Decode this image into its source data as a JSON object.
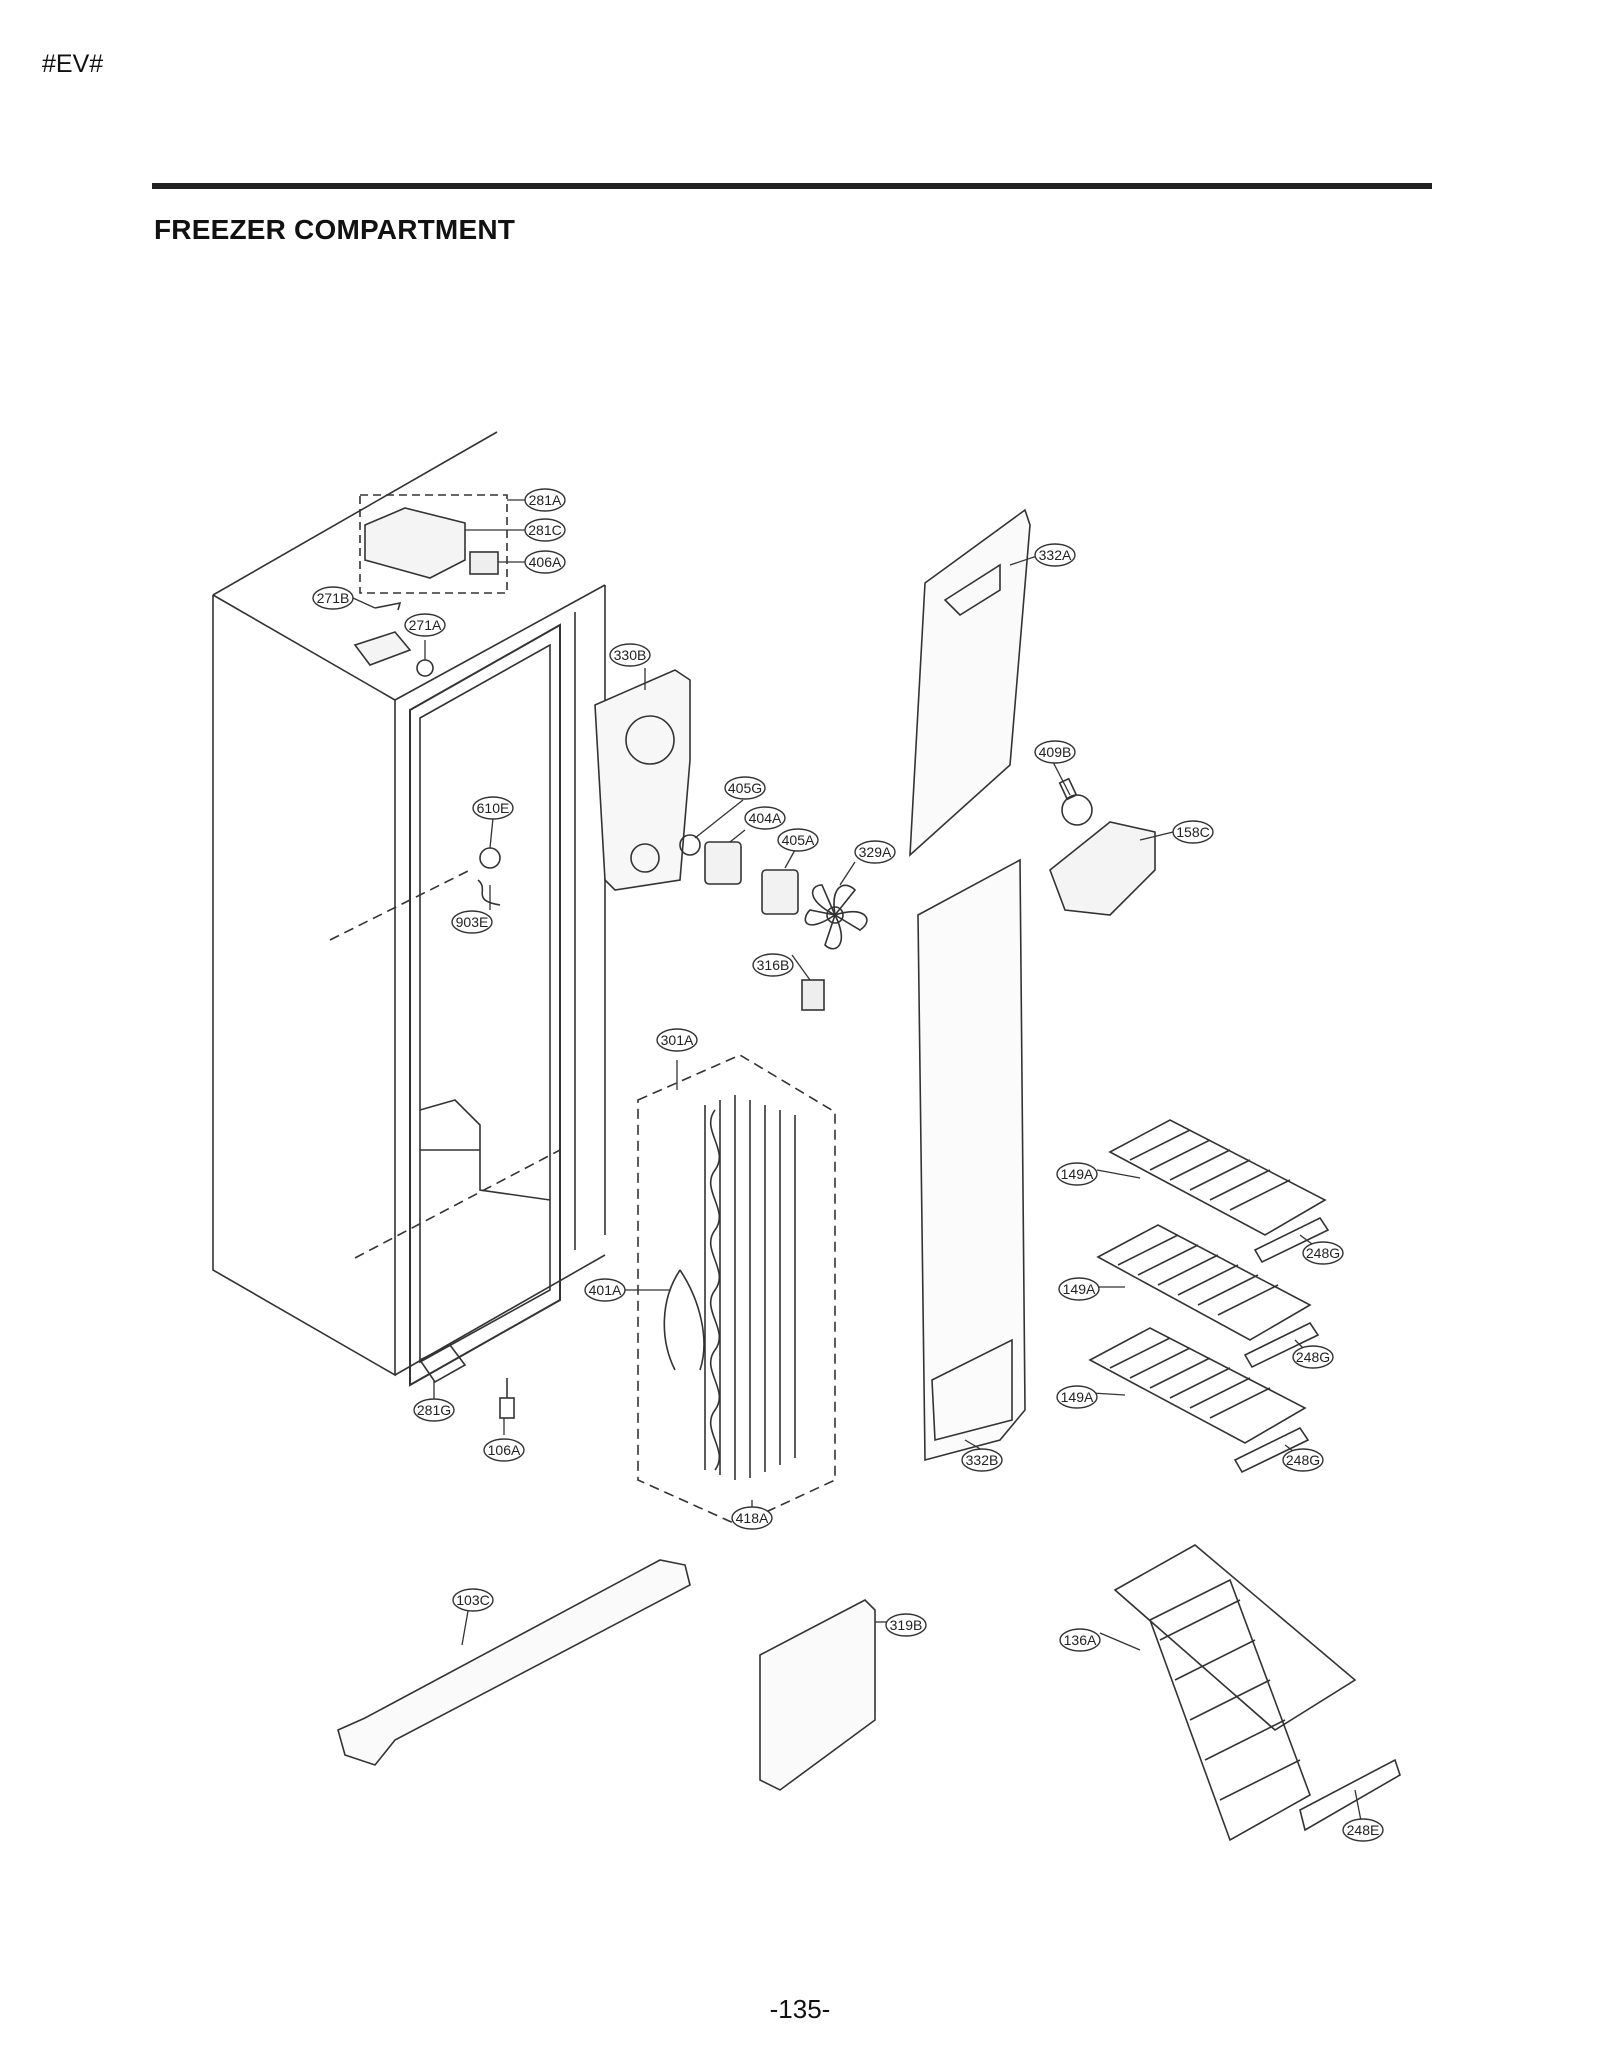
{
  "header": {
    "marker": "#EV#",
    "title": "FREEZER COMPARTMENT"
  },
  "footer": {
    "page_number": "-135-"
  },
  "callouts": [
    {
      "id": "281A",
      "label": "281A"
    },
    {
      "id": "281C",
      "label": "281C"
    },
    {
      "id": "406A",
      "label": "406A"
    },
    {
      "id": "271B",
      "label": "271B"
    },
    {
      "id": "271A",
      "label": "271A"
    },
    {
      "id": "330B",
      "label": "330B"
    },
    {
      "id": "610E",
      "label": "610E"
    },
    {
      "id": "903E",
      "label": "903E"
    },
    {
      "id": "405G",
      "label": "405G"
    },
    {
      "id": "404A",
      "label": "404A"
    },
    {
      "id": "405A",
      "label": "405A"
    },
    {
      "id": "329A",
      "label": "329A"
    },
    {
      "id": "332A",
      "label": "332A"
    },
    {
      "id": "409B",
      "label": "409B"
    },
    {
      "id": "158C",
      "label": "158C"
    },
    {
      "id": "316B",
      "label": "316B"
    },
    {
      "id": "301A",
      "label": "301A"
    },
    {
      "id": "401A",
      "label": "401A"
    },
    {
      "id": "418A",
      "label": "418A"
    },
    {
      "id": "332B",
      "label": "332B"
    },
    {
      "id": "281G",
      "label": "281G"
    },
    {
      "id": "106A",
      "label": "106A"
    },
    {
      "id": "149A-1",
      "label": "149A"
    },
    {
      "id": "149A-2",
      "label": "149A"
    },
    {
      "id": "149A-3",
      "label": "149A"
    },
    {
      "id": "248G-1",
      "label": "248G"
    },
    {
      "id": "248G-2",
      "label": "248G"
    },
    {
      "id": "248G-3",
      "label": "248G"
    },
    {
      "id": "103C",
      "label": "103C"
    },
    {
      "id": "319B",
      "label": "319B"
    },
    {
      "id": "136A",
      "label": "136A"
    },
    {
      "id": "248E",
      "label": "248E"
    }
  ]
}
